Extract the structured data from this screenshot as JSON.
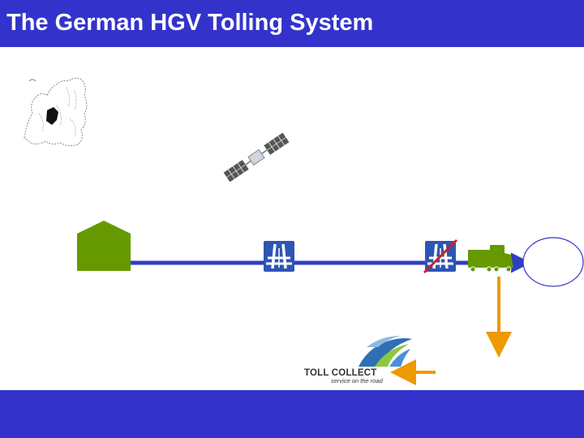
{
  "title": "The German HGV Tolling System",
  "logo": {
    "name": "TOLL COLLECT",
    "tagline": "service on the road"
  },
  "icons": {
    "europe_map": "europe-map-icon",
    "satellite": "satellite-icon",
    "depot": "depot-house-icon",
    "autobahn_sign": "autobahn-sign-icon",
    "autobahn_end_sign": "autobahn-end-sign-icon",
    "truck": "truck-icon",
    "destination": "destination-ellipse"
  },
  "colors": {
    "header": "#3333cc",
    "footer": "#3333cc",
    "road": "#2f3fbf",
    "depot": "#669900",
    "truck": "#669900",
    "arrow": "#ee9900",
    "sign": "#2e55b5",
    "strike": "#cc2222"
  }
}
